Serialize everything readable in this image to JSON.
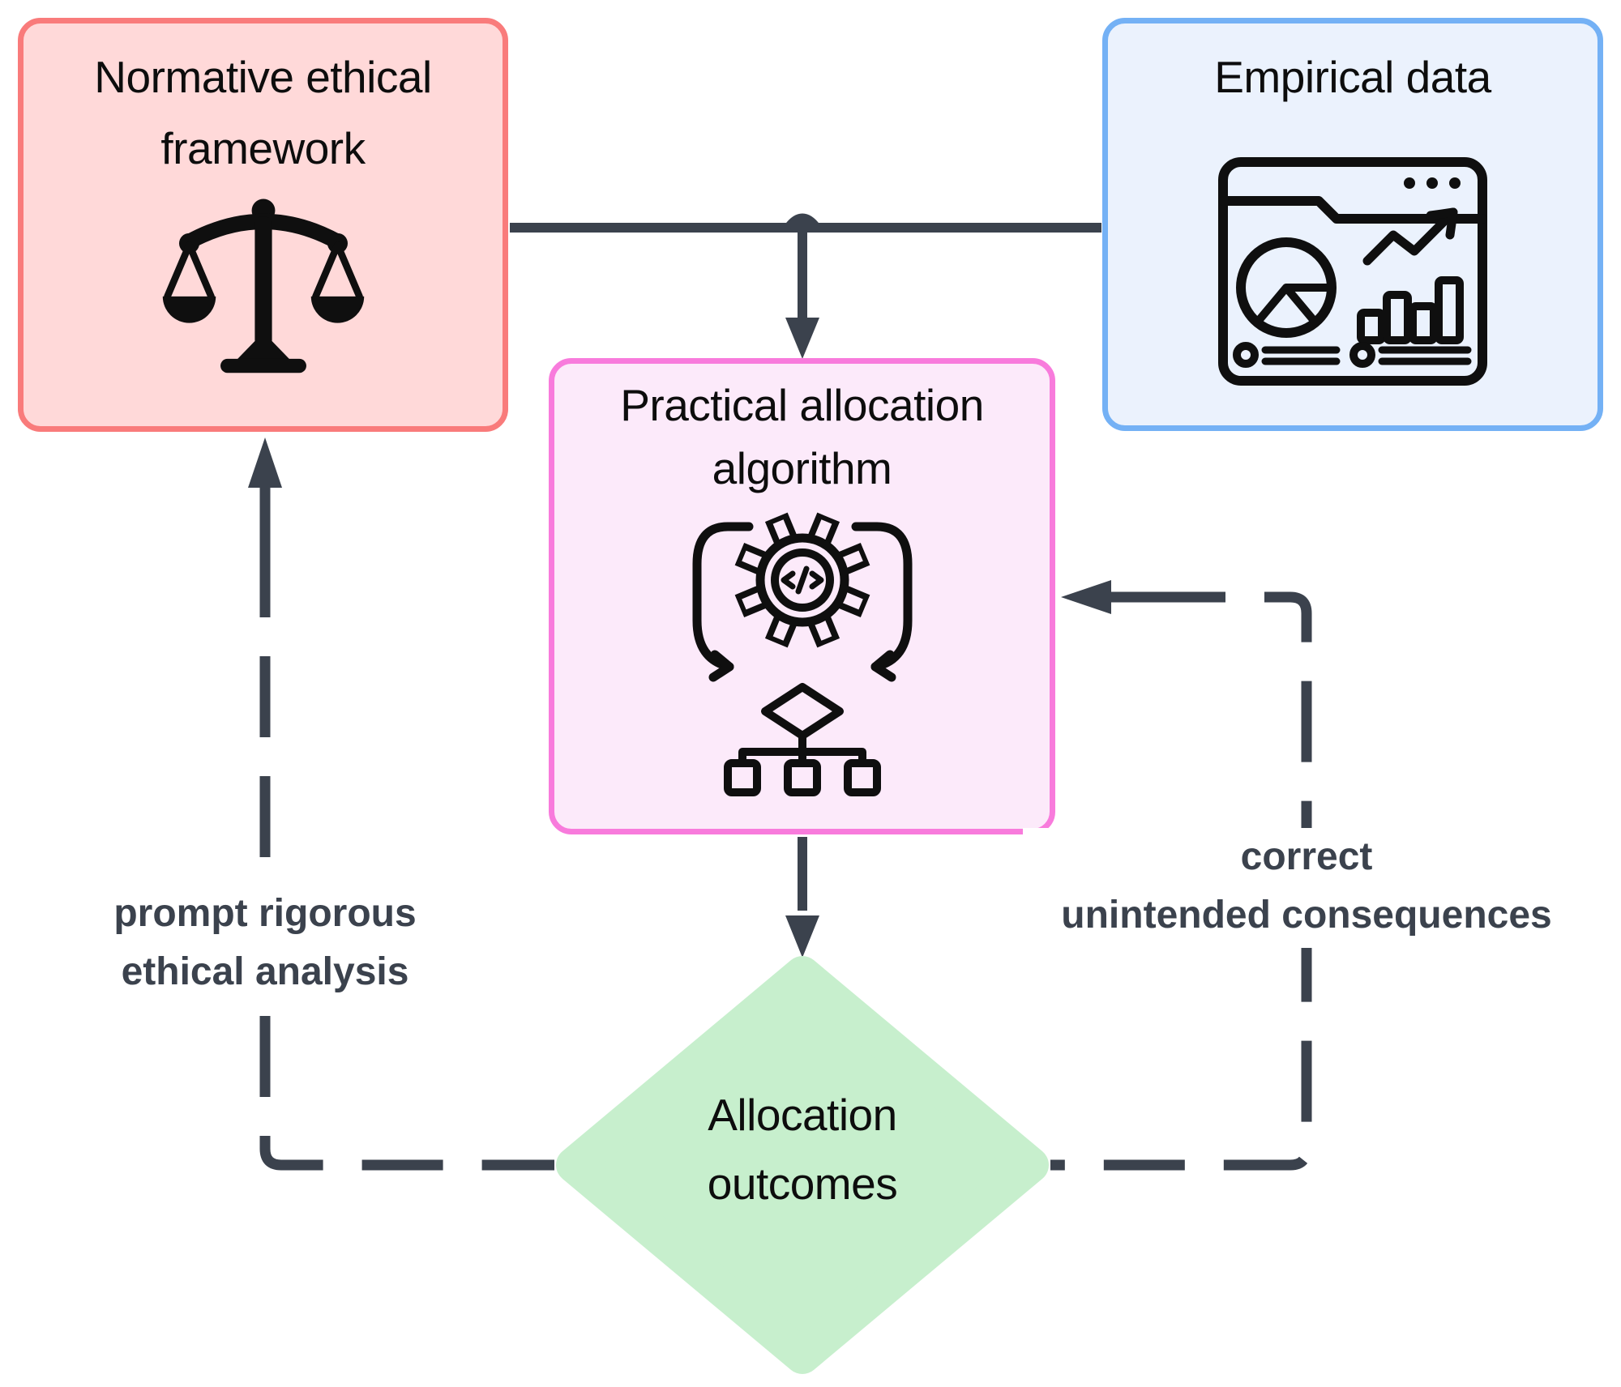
{
  "diagram": {
    "nodes": {
      "normative": {
        "line1": "Normative ethical",
        "line2": "framework",
        "icon": "balance-scale"
      },
      "empirical": {
        "title": "Empirical data",
        "icon": "analytics-dashboard"
      },
      "algorithm": {
        "line1": "Practical allocation",
        "line2": "algorithm",
        "icon": "gear-code-flowchart"
      },
      "outcomes": {
        "line1": "Allocation",
        "line2": "outcomes"
      }
    },
    "edge_labels": {
      "left": {
        "line1": "prompt rigorous",
        "line2": "ethical analysis"
      },
      "right": {
        "line1": "correct",
        "line2": "unintended consequences"
      }
    },
    "colors": {
      "red_fill": "#FFD9D9",
      "red_border": "#F97B7B",
      "blue_fill": "#EBF2FD",
      "blue_border": "#74B1F5",
      "pink_fill": "#FCEAFA",
      "pink_border": "#F87BDC",
      "green_fill": "#C7EFCD",
      "connector": "#3B424D",
      "title_color": "#0D0D0D",
      "icon_color": "#0F0F0F"
    }
  }
}
